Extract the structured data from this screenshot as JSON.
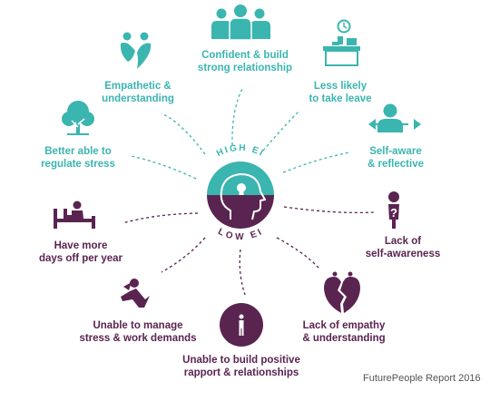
{
  "colors": {
    "teal": "#3bb5b0",
    "purple": "#5a2450",
    "gray": "#555555"
  },
  "center": {
    "high_label": "HIGH EI",
    "low_label": "LOW EI",
    "icon": "head-lightbulb-icon"
  },
  "high_ei": [
    {
      "line1": "Confident & build",
      "line2": "strong relationship",
      "icon": "team-icon"
    },
    {
      "line1": "Empathetic &",
      "line2": "understanding",
      "icon": "hearts-icon"
    },
    {
      "line1": "Less likely",
      "line2": "to take leave",
      "icon": "desk-clock-icon"
    },
    {
      "line1": "Better able to",
      "line2": "regulate stress",
      "icon": "tree-icon"
    },
    {
      "line1": "Self-aware",
      "line2": "& reflective",
      "icon": "self-aware-person-icon"
    }
  ],
  "low_ei": [
    {
      "line1": "Have more",
      "line2": "days off per year",
      "icon": "sick-bed-icon"
    },
    {
      "line1": "Lack of",
      "line2": "self-awareness",
      "icon": "question-person-icon"
    },
    {
      "line1": "Unable to manage",
      "line2": "stress & work demands",
      "icon": "stressed-person-icon"
    },
    {
      "line1": "Lack of empathy",
      "line2": "& understanding",
      "icon": "broken-heart-icon"
    },
    {
      "line1": "Unable to build positive",
      "line2": "rapport & relationships",
      "icon": "lone-person-icon"
    }
  ],
  "credit": "FuturePeople Report 2016"
}
